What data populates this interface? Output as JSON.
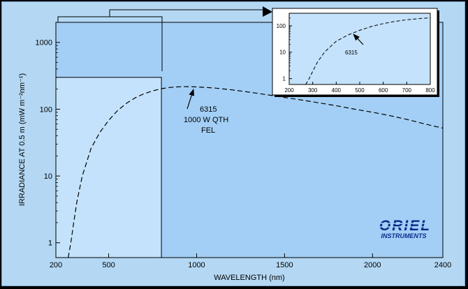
{
  "chart_data": [
    {
      "type": "line",
      "ylabel": "IRRADIANCE AT 0.5 m (mW m⁻²nm⁻¹)",
      "xlabel": "WAVELENGTH (nm)",
      "x_scale": "linear",
      "y_scale": "log",
      "xlim": [
        200,
        2400
      ],
      "ylim": [
        0.6,
        2000
      ],
      "x_ticks": [
        200,
        500,
        1000,
        1500,
        2000,
        2400
      ],
      "x_tick_labels": [
        "200",
        "500",
        "1000",
        "1500",
        "2000",
        "2400"
      ],
      "y_ticks": [
        1,
        10,
        100,
        1000
      ],
      "y_tick_labels": [
        "1",
        "10",
        "100",
        "1000"
      ],
      "grid": false,
      "series": [
        {
          "name": "6315",
          "style": "dashed",
          "x": [
            270,
            285,
            300,
            320,
            350,
            400,
            450,
            500,
            550,
            600,
            650,
            700,
            750,
            800,
            850,
            900,
            950,
            1000,
            1100,
            1200,
            1300,
            1400,
            1500,
            1600,
            1700,
            1800,
            1900,
            2000,
            2100,
            2200,
            2300,
            2400
          ],
          "y": [
            0.6,
            1.0,
            1.9,
            4.2,
            10,
            26,
            45,
            68,
            95,
            122,
            148,
            170,
            188,
            203,
            212,
            217,
            218,
            216,
            208,
            195,
            180,
            165,
            150,
            137,
            124,
            112,
            100,
            90,
            80,
            70,
            60,
            52
          ]
        }
      ],
      "highlight_region": {
        "x": [
          200,
          800
        ],
        "y": [
          0.6,
          300
        ]
      },
      "annotation": {
        "lines": [
          "6315",
          "1000 W QTH",
          "FEL"
        ],
        "points_to": [
          950,
          210
        ]
      }
    },
    {
      "type": "line",
      "inset": true,
      "x_scale": "linear",
      "y_scale": "log",
      "xlim": [
        200,
        800
      ],
      "ylim": [
        0.6,
        300
      ],
      "x_ticks": [
        200,
        300,
        400,
        500,
        600,
        700,
        800
      ],
      "x_tick_labels": [
        "200",
        "300",
        "400",
        "500",
        "600",
        "700",
        "800"
      ],
      "y_ticks": [
        1,
        10,
        100
      ],
      "y_tick_labels": [
        "1",
        "10",
        "100"
      ],
      "series": [
        {
          "name": "6315",
          "style": "dashed",
          "x": [
            270,
            285,
            300,
            320,
            350,
            400,
            450,
            500,
            550,
            600,
            650,
            700,
            750,
            800
          ],
          "y": [
            0.6,
            1.0,
            1.9,
            4.2,
            10,
            26,
            45,
            68,
            95,
            122,
            148,
            170,
            188,
            203
          ]
        }
      ],
      "annotation": {
        "lines": [
          "6315"
        ],
        "points_to": [
          480,
          60
        ]
      }
    }
  ],
  "logo": {
    "line1": "ORIEL",
    "line2": "INSTRUMENTS"
  },
  "colors": {
    "frame": "#b4d8f4",
    "plot_area": "#a3cff6",
    "highlight": "#c4e2fb",
    "curve": "#000000",
    "logo": "#0b2a8a"
  }
}
